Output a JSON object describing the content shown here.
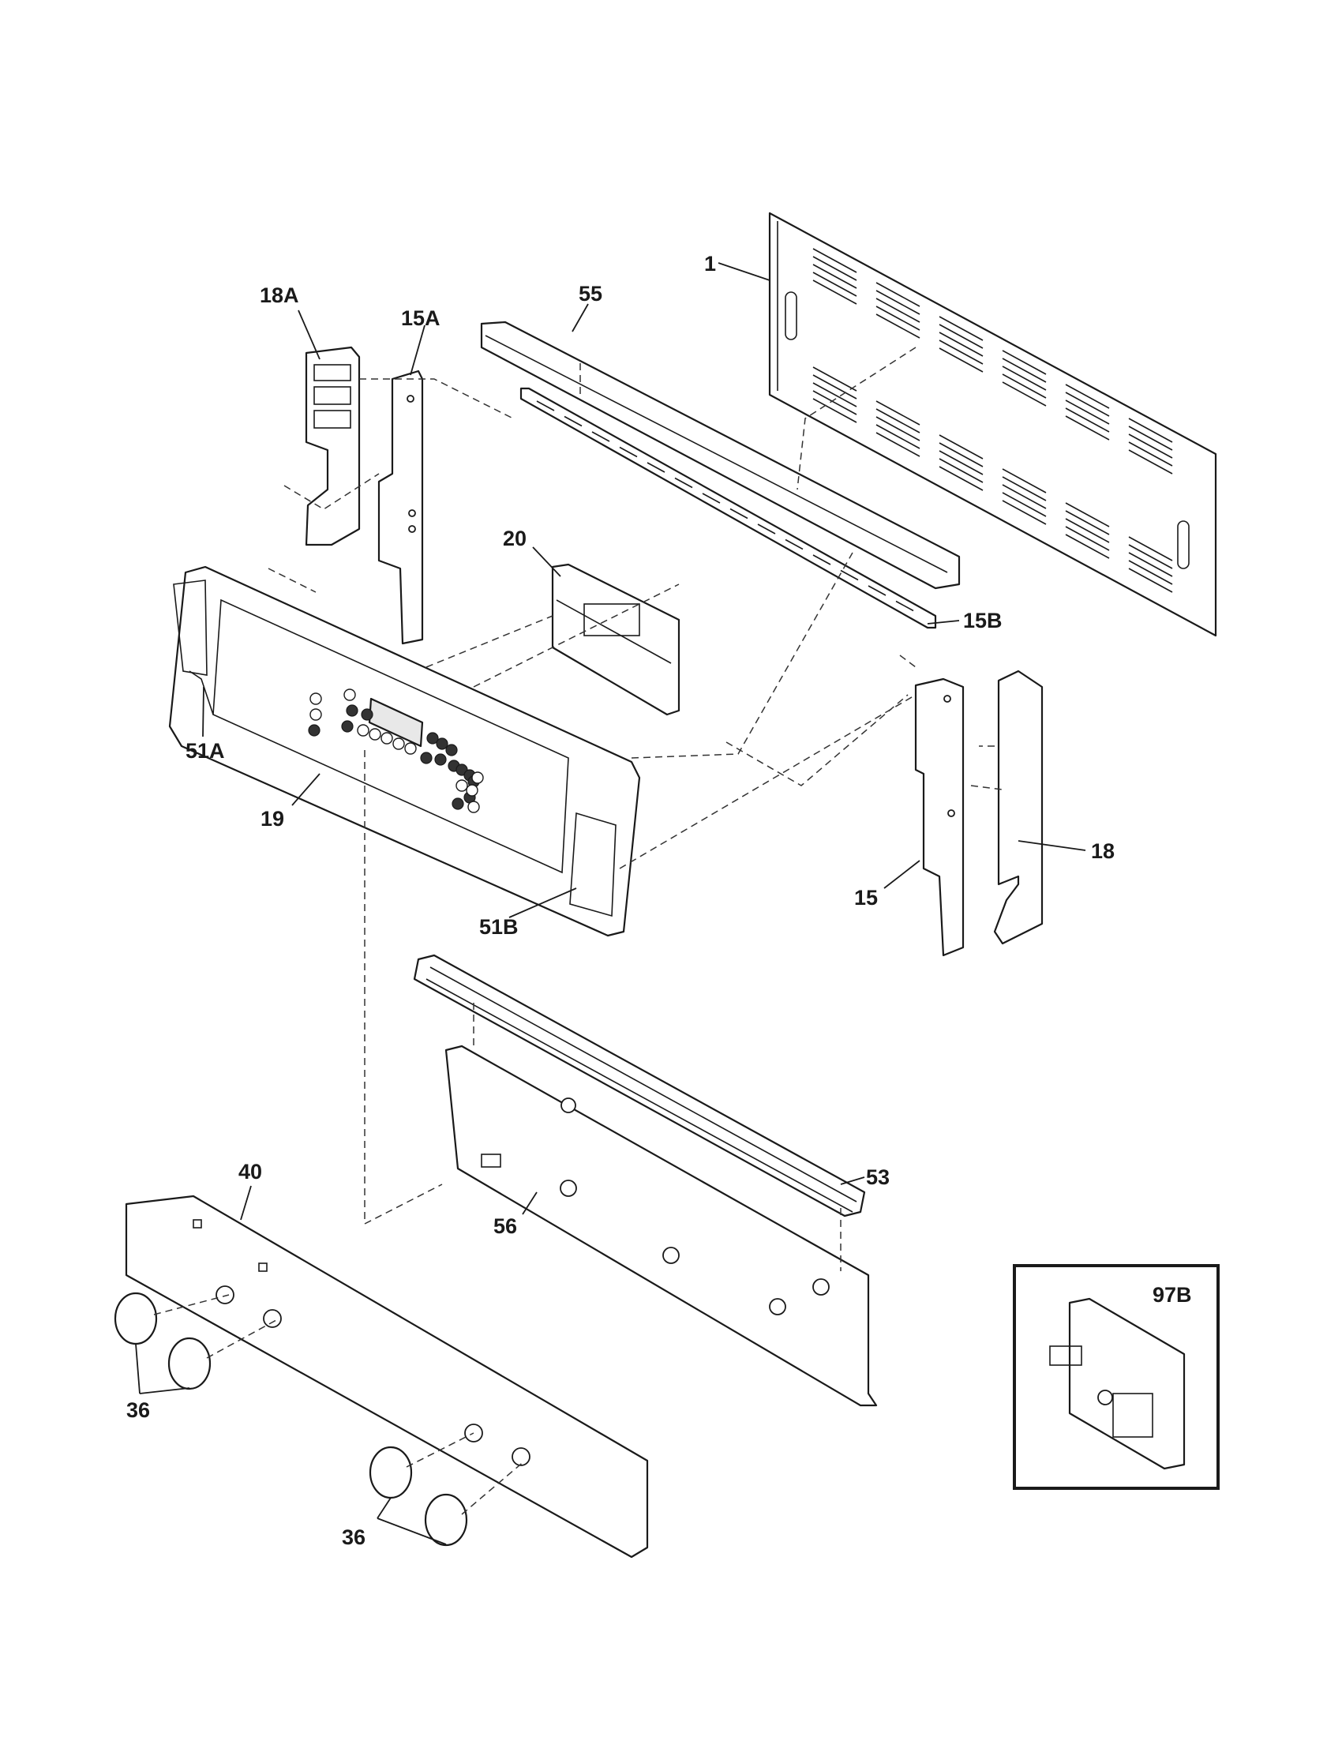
{
  "callouts": {
    "c1": "1",
    "c55": "55",
    "c18a": "18A",
    "c15a": "15A",
    "c20": "20",
    "c15b": "15B",
    "c51a": "51A",
    "c19": "19",
    "c51b": "51B",
    "c15": "15",
    "c18": "18",
    "c53": "53",
    "c40": "40",
    "c56": "56",
    "c36a": "36",
    "c36b": "36",
    "c97b": "97B"
  }
}
